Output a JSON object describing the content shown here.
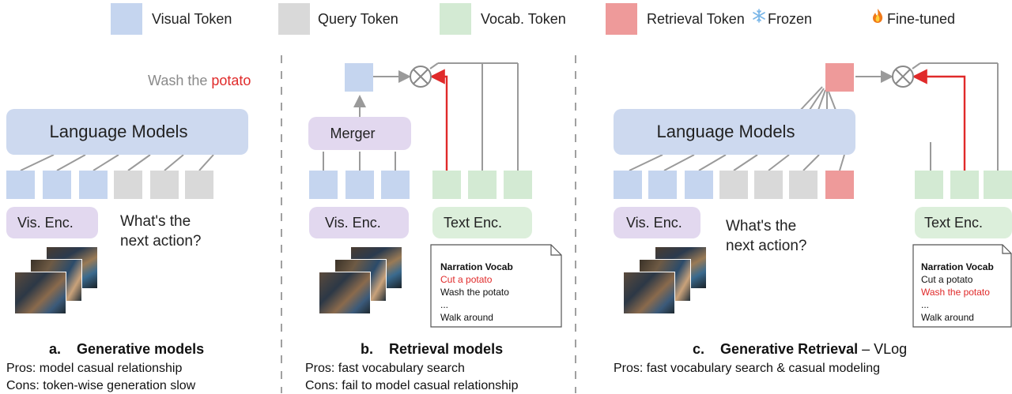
{
  "legend": {
    "visual": "Visual Token",
    "query": "Query Token",
    "vocab": "Vocab. Token",
    "retrieval": "Retrieval Token",
    "frozen": "Frozen",
    "finetuned": "Fine-tuned"
  },
  "colors": {
    "visual": "#c5d5ef",
    "query": "#d9d9d9",
    "vocab": "#d3ead3",
    "retrieval": "#ee9a9a",
    "language_model": "#cdd9ef",
    "encoder_visual": "#e2d8ef",
    "encoder_text": "#dcefdb",
    "highlight_red": "#e02a2a"
  },
  "panel_a": {
    "output_prefix": "Wash the ",
    "output_highlight": "potato",
    "lm_label": "Language Models",
    "vis_enc": "Vis. Enc.",
    "question_line1": "What's the",
    "question_line2": "next action?",
    "caption_letter": "a.",
    "caption_title": "Generative models",
    "pros": "Pros: model casual relationship",
    "cons": "Cons: token-wise generation slow"
  },
  "panel_b": {
    "merger": "Merger",
    "vis_enc": "Vis. Enc.",
    "text_enc": "Text Enc.",
    "vocab_title": "Narration Vocab",
    "vocab_items": [
      "Cut a potato",
      "Wash the potato",
      "...",
      "Walk around"
    ],
    "caption_letter": "b.",
    "caption_title": "Retrieval models",
    "pros": "Pros: fast vocabulary search",
    "cons": "Cons: fail to model casual relationship"
  },
  "panel_c": {
    "lm_label": "Language Models",
    "vis_enc": "Vis. Enc.",
    "text_enc": "Text Enc.",
    "question_line1": "What's the",
    "question_line2": "next action?",
    "vocab_title": "Narration Vocab",
    "vocab_items": [
      "Cut a potato",
      "Wash the potato",
      "...",
      "Walk around"
    ],
    "caption_letter": "c.",
    "caption_title": "Generative Retrieval",
    "caption_tail": " – VLog",
    "pros": "Pros: fast vocabulary search & casual modeling"
  },
  "icons": {
    "frozen": "snowflake-icon",
    "finetuned": "fire-icon",
    "product": "circle-times-icon"
  }
}
